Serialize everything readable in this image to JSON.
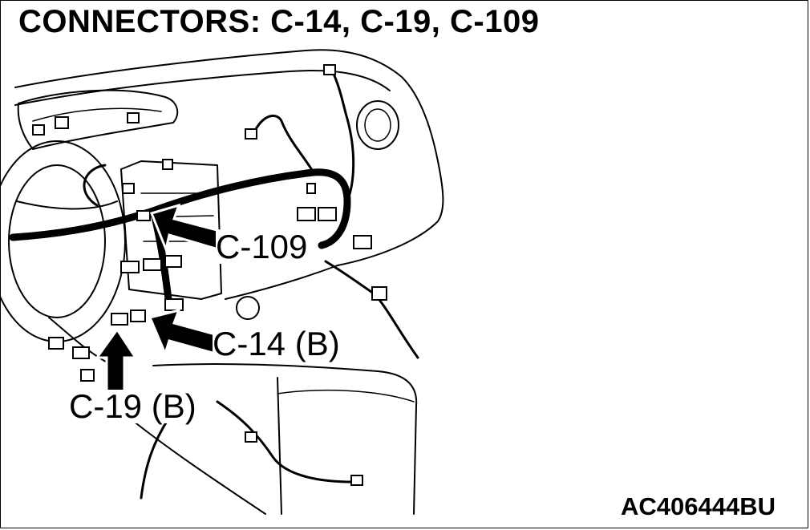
{
  "title": "CONNECTORS: C-14, C-19, C-109",
  "callouts": {
    "c109": "C-109",
    "c14": "C-14 (B)",
    "c19": "C-19 (B)"
  },
  "figure_code": "AC406444BU",
  "colors": {
    "line": "#000000",
    "background": "#ffffff"
  }
}
